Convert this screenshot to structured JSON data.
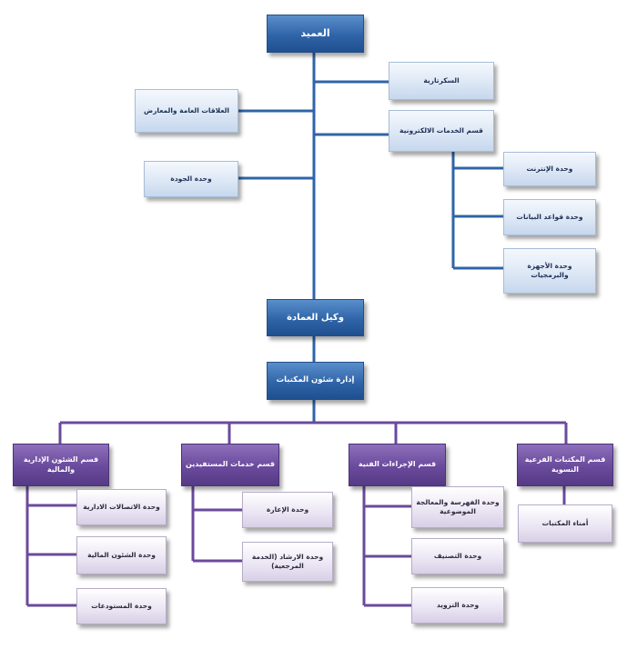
{
  "org_chart": {
    "dean": "العميد",
    "secretariat": "السكرتارية",
    "public_relations": "العلاقات العامة والمعارض",
    "electronic_services": "قسم الخدمات الالكترونية",
    "quality_unit": "وحدة الجودة",
    "internet_unit": "وحدة الإنترنت",
    "databases_unit": "وحدة قواعد البيانات",
    "devices_unit": "وحدة الأجهزة والبرمجيات",
    "vice_dean": "وكيل العمادة",
    "libraries_admin": "إدارة شئون المكتبات",
    "admin_finance": "قسم الشئون الإدارية والمالية",
    "beneficiary_services": "قسم خدمات المستفيدين",
    "technical_procedures": "قسم الإجراءات الفنية",
    "branch_libraries": "قسم المكتبات الفرعية النسوية",
    "comm_unit": "وحدة الاتصالات الادارية",
    "financial_unit": "وحدة الشئون المالية",
    "warehouses_unit": "وحدة المستودعات",
    "lending_unit": "وحدة الإعارة",
    "guidance_unit": "وحدة الارشاد (الخدمة المرجعية)",
    "indexing_unit": "وحدة الفهرسة والمعالجة الموضوعية",
    "classification_unit": "وحدة التصنيف",
    "supply_unit": "وحدة التزويد",
    "librarians": "أمناء المكتبات"
  },
  "colors": {
    "line_blue": "#2f64a8",
    "line_purple": "#6a4a9c",
    "box_blue": "#2f64a8",
    "box_light": "#dfe9f6",
    "box_purple": "#6a4a9c",
    "box_lavender": "#ece7f4"
  }
}
